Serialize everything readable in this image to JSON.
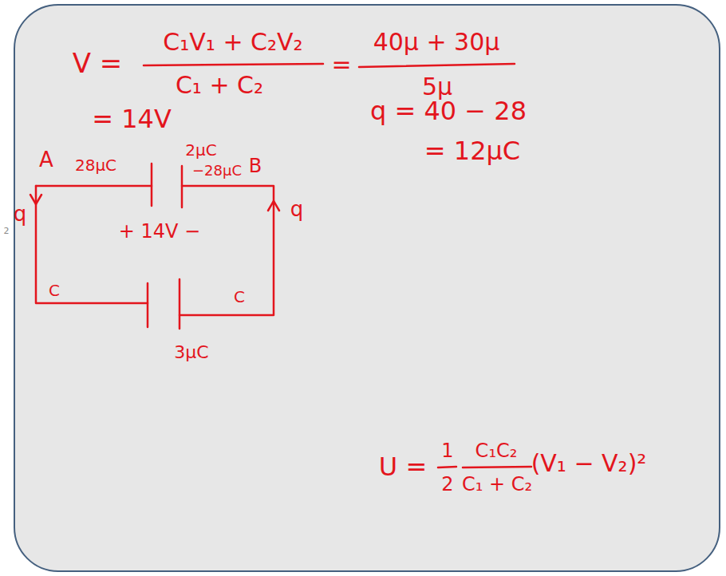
{
  "diagram": {
    "labels": [
      "V =",
      "C₁V₁ + C₂V₂",
      "C₁ + C₂",
      "=",
      "40μ + 30μ",
      "5μ",
      "= 14V",
      "A",
      "28μC",
      "2μC",
      "−28μC",
      "B",
      "q",
      "+ 14V −",
      "q",
      "C",
      "C",
      "3μC",
      "q = 40 − 28",
      "= 12μC",
      "U =",
      "1",
      "2",
      "C₁C₂",
      "C₁ + C₂",
      "(V₁ − V₂)²",
      "2"
    ]
  }
}
